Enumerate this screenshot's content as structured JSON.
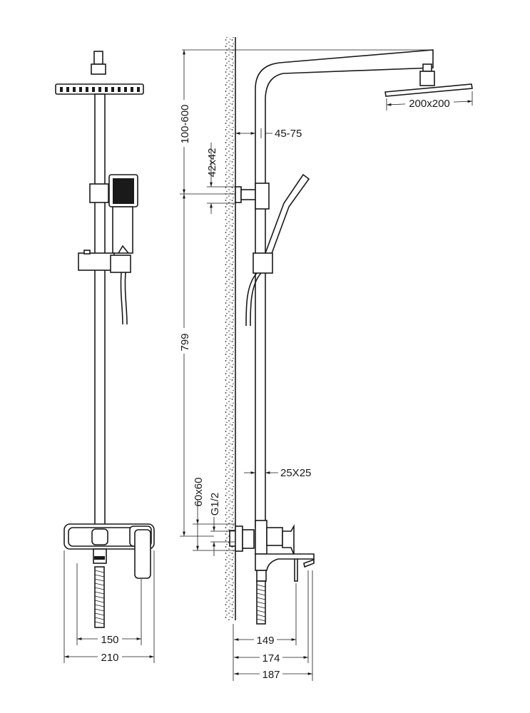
{
  "title": "Shower system dimension drawing",
  "dimensions": {
    "arm_height": "100-600",
    "bracket_size": "42x42",
    "pole_length": "799",
    "mixer_flange": "60x60",
    "thread": "G1/2",
    "wall_offset": "45-75",
    "pole_section": "25X25",
    "head_size": "200x200",
    "mixer_centres": "150",
    "mixer_width": "210",
    "handle_projection": "149",
    "spout_projection": "174",
    "total_projection": "187"
  },
  "colors": {
    "line": "#1a1a1a",
    "background": "#ffffff"
  }
}
